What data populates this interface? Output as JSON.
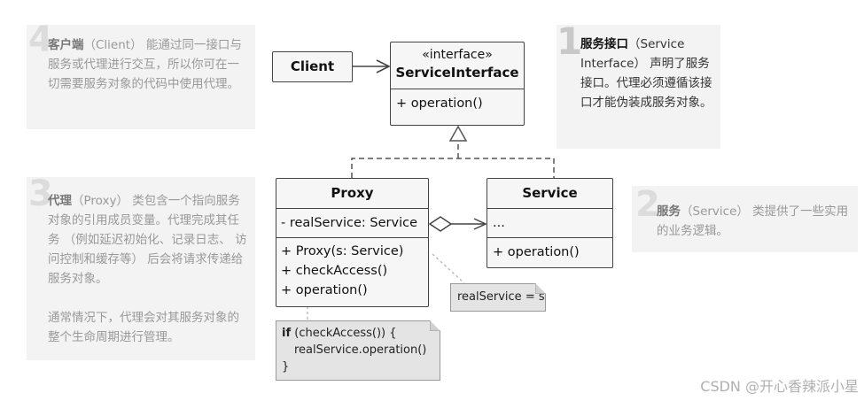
{
  "notes": {
    "client": {
      "num": "4",
      "bold": "客户端",
      "rest": "（Client） 能通过同一接口与服务或代理进行交互，所以你可在一切需要服务对象的代码中使用代理。"
    },
    "service_interface": {
      "num": "1",
      "bold": "服务接口",
      "rest": "（Service Interface） 声明了服务接口。代理必须遵循该接口才能伪装成服务对象。"
    },
    "proxy": {
      "num": "3",
      "bold": "代理",
      "rest": "（Proxy） 类包含一个指向服务对象的引用成员变量。代理完成其任务 （例如延迟初始化、记录日志、 访问控制和缓存等） 后会将请求传递给服务对象。",
      "para2": "通常情况下，代理会对其服务对象的整个生命周期进行管理。"
    },
    "service": {
      "num": "2",
      "bold": "服务",
      "rest": "（Service） 类提供了一些实用的业务逻辑。"
    }
  },
  "client_box": {
    "label": "Client"
  },
  "interface_box": {
    "stereotype": "«interface»",
    "name": "ServiceInterface",
    "method": "+ operation()"
  },
  "proxy_box": {
    "name": "Proxy",
    "field": "- realService: Service",
    "m1": "+ Proxy(s: Service)",
    "m2": "+ checkAccess()",
    "m3": "+ operation()"
  },
  "service_box": {
    "name": "Service",
    "field": "...",
    "method": "+ operation()"
  },
  "code_note": {
    "kw": "if",
    "l1": " (checkAccess()) {",
    "l2": "realService.operation()",
    "l3": "}"
  },
  "real_note": {
    "text": "realService = s"
  },
  "watermark": "CSDN @开心香辣派小星"
}
